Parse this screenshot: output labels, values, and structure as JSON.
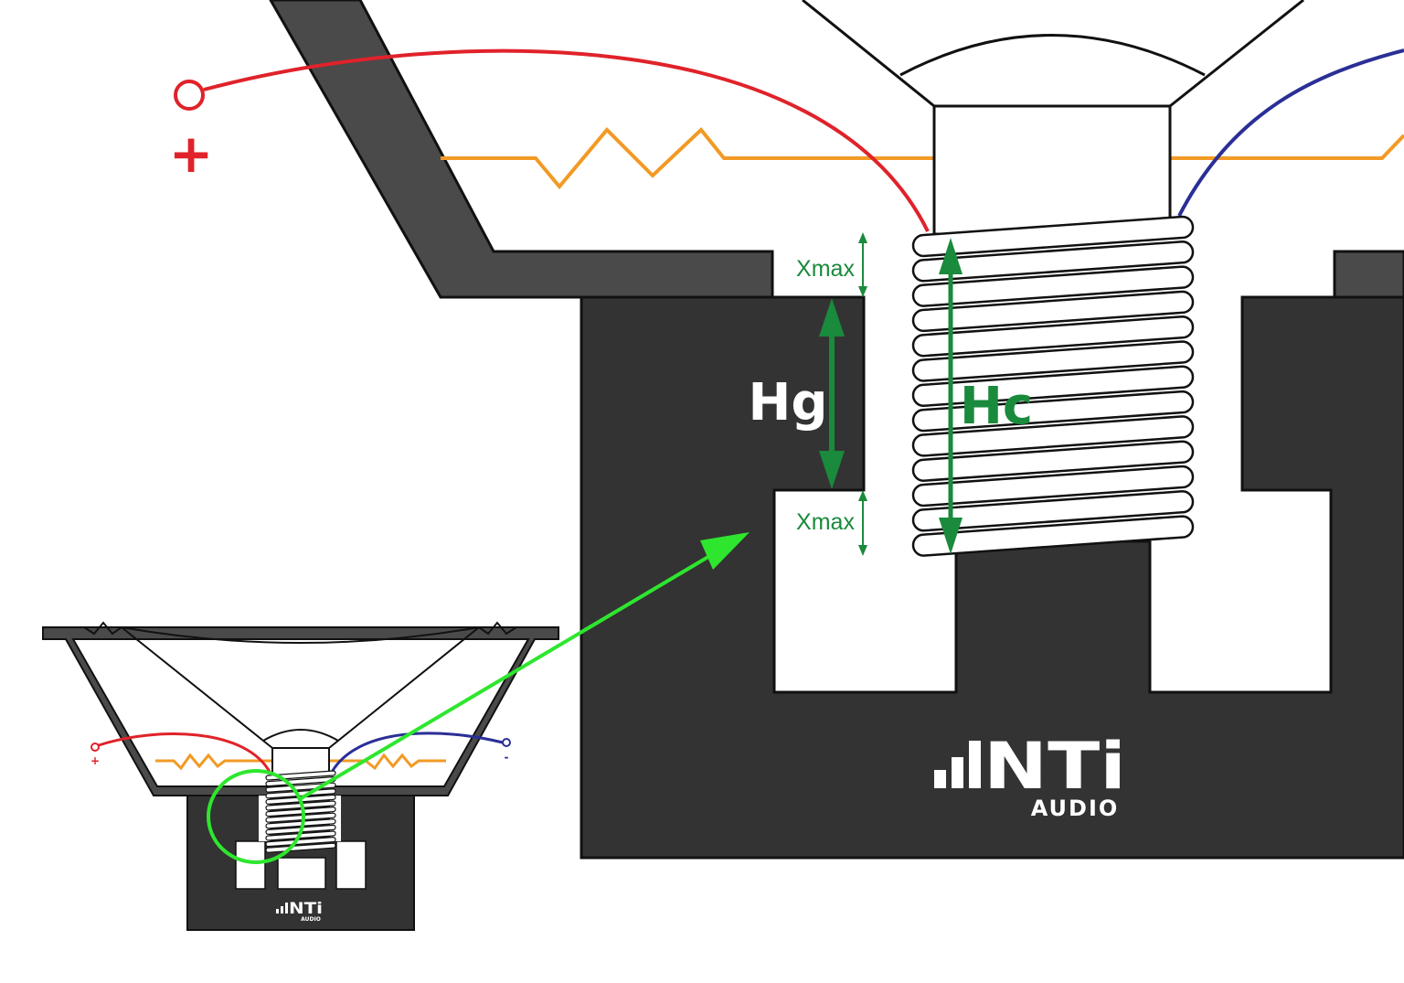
{
  "labels": {
    "plus": "+",
    "minus": "-",
    "xmax_top": "Xmax",
    "xmax_bottom": "Xmax",
    "hg": "Hg",
    "hc": "Hc",
    "small_plus": "+",
    "small_minus": "-"
  },
  "logo": {
    "name": "NTi",
    "sub": "AUDIO"
  },
  "colors": {
    "dark": "#333333",
    "basket": "#4a4a4a",
    "positive_wire": "#e0222a",
    "negative_wire": "#2a2f96",
    "resistor": "#f29a25",
    "dimension": "#1a8a3c",
    "pointer": "#2ee62e"
  }
}
